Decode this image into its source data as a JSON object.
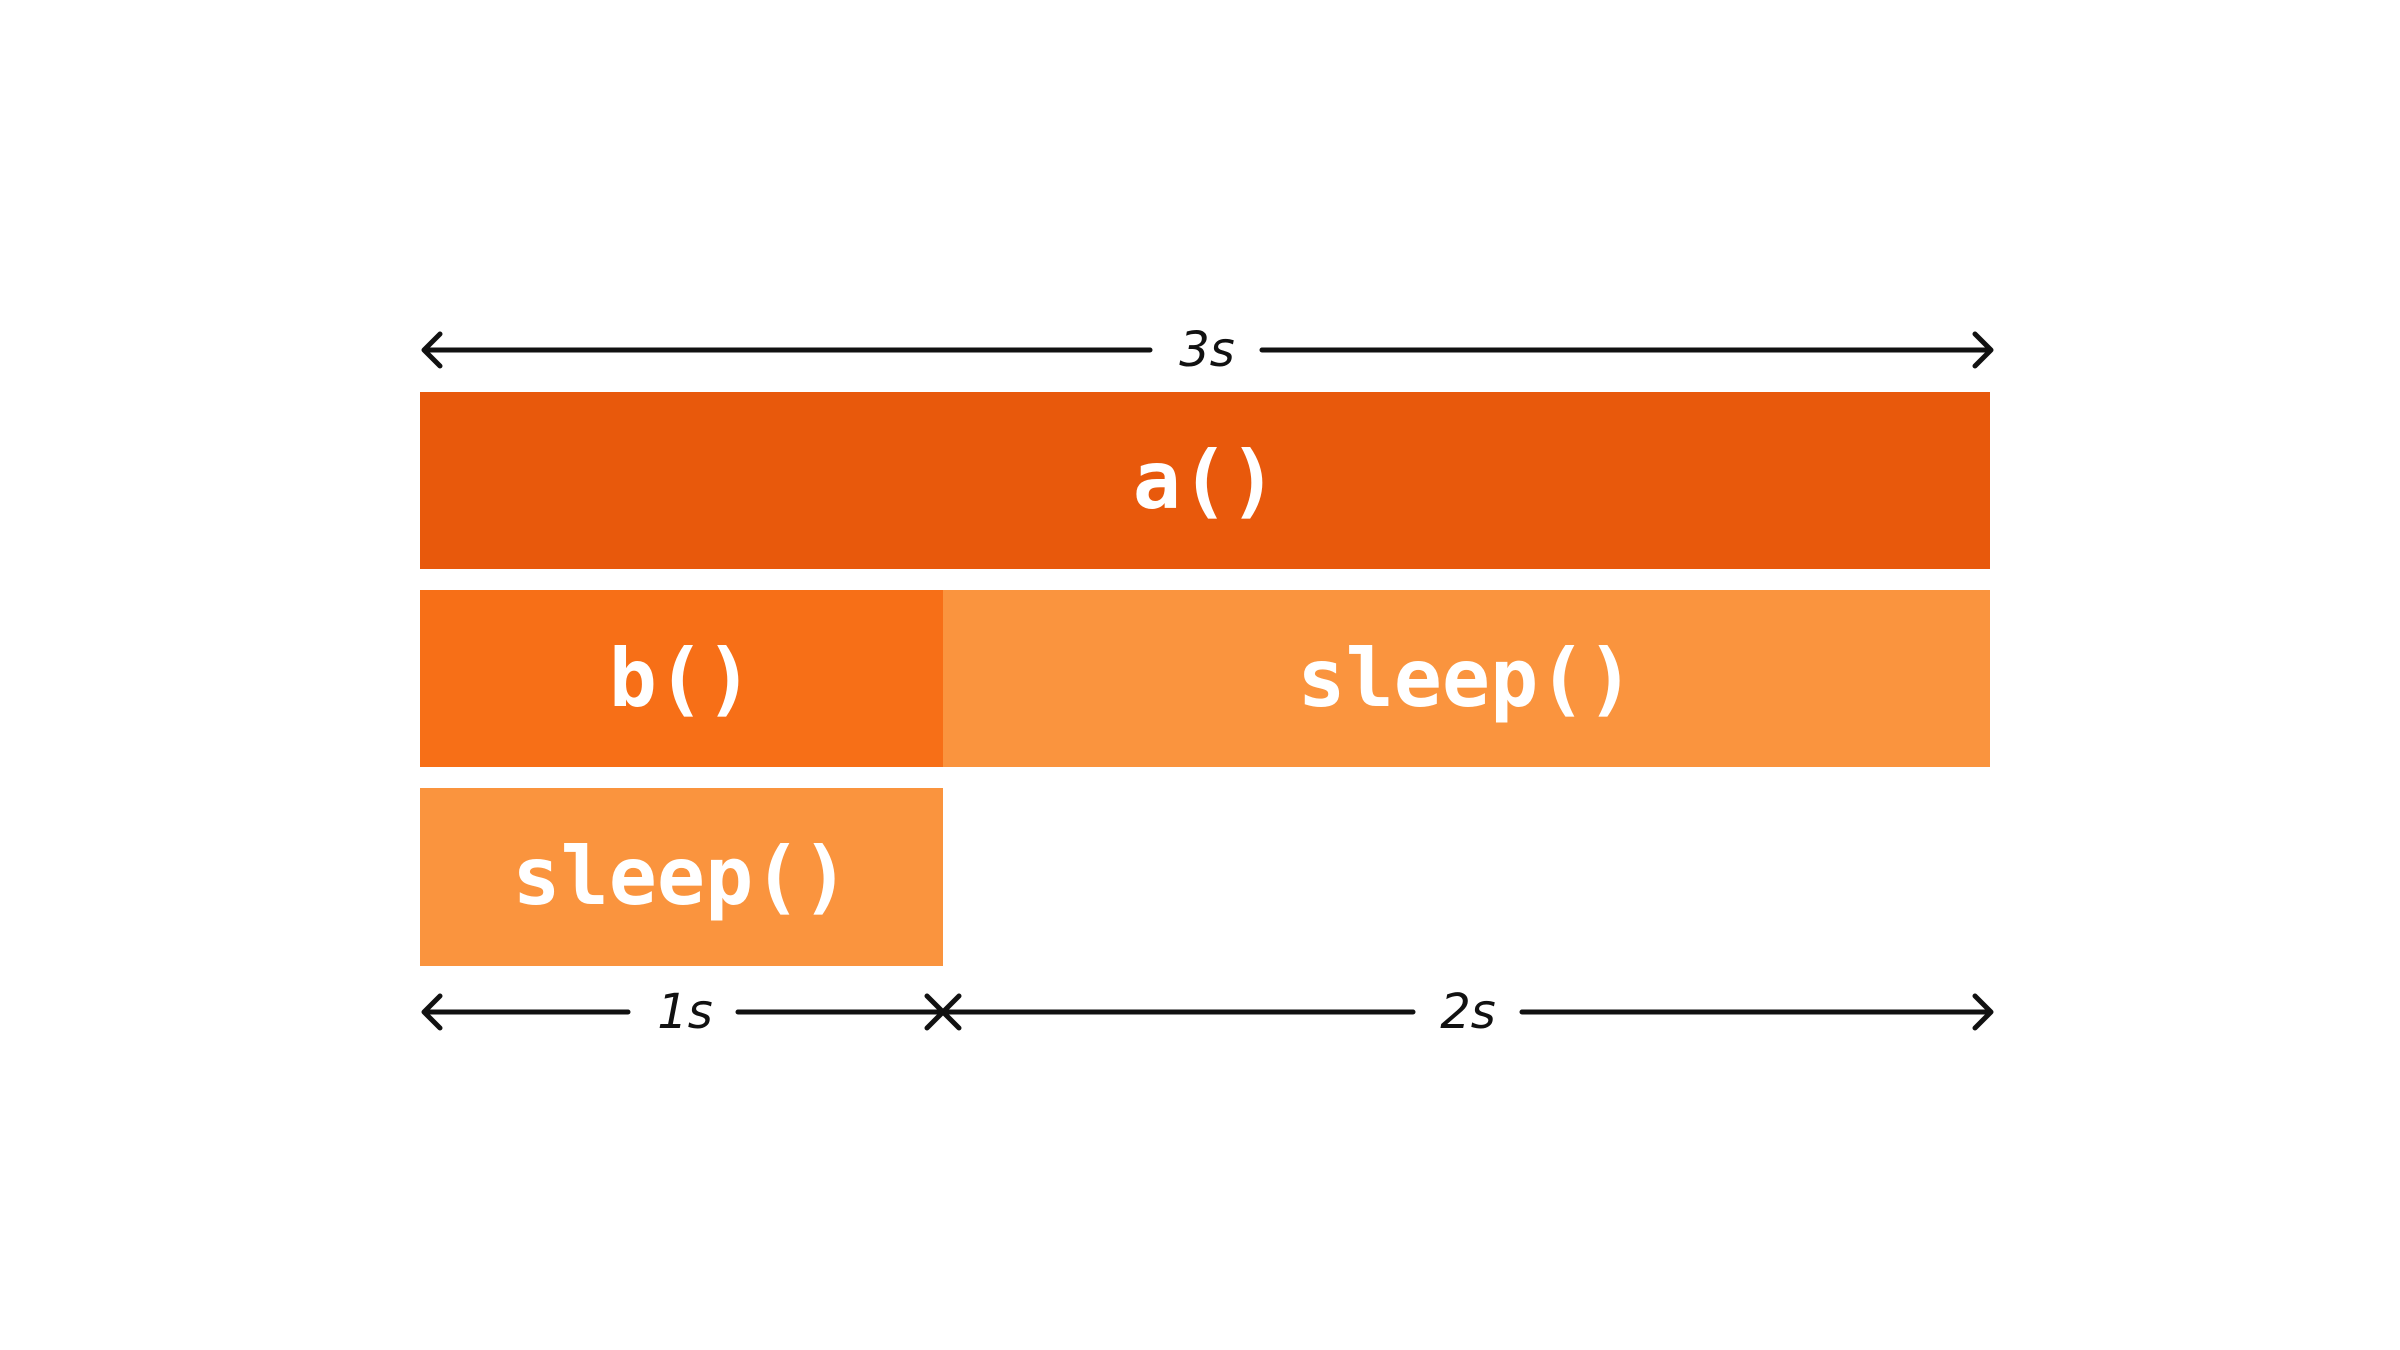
{
  "blocks": {
    "a": {
      "label": "a()",
      "color": "#E8590C"
    },
    "b": {
      "label": "b()",
      "color": "#F76F17"
    },
    "sleep_long": {
      "label": "sleep()",
      "color": "#FA943E"
    },
    "sleep_short": {
      "label": "sleep()",
      "color": "#FA943E"
    }
  },
  "durations": {
    "total": "3s",
    "first": "1s",
    "second": "2s"
  },
  "line_color": "#111111"
}
